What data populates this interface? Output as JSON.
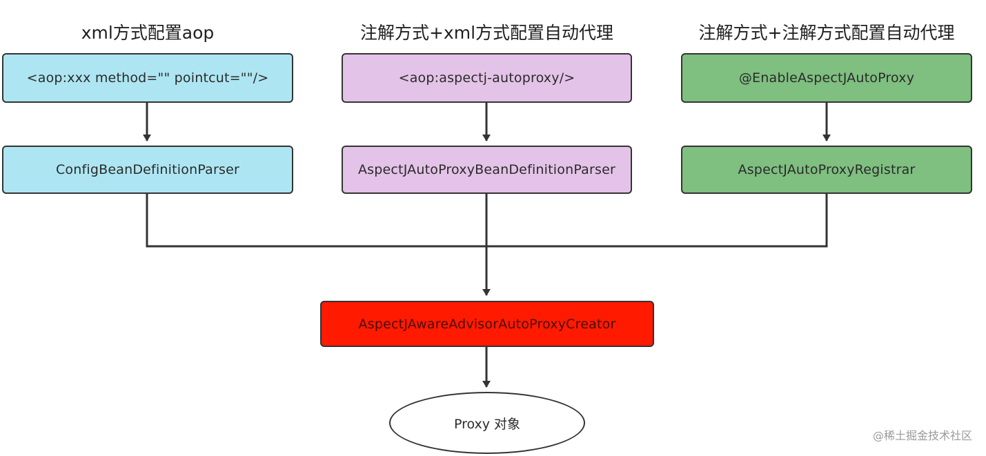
{
  "columns": [
    {
      "heading": "xml方式配置aop",
      "source": "<aop:xxx method=\"\" pointcut=\"\"/>",
      "parser": "ConfigBeanDefinitionParser"
    },
    {
      "heading": "注解方式+xml方式配置自动代理",
      "source": "<aop:aspectj-autoproxy/>",
      "parser": "AspectJAutoProxyBeanDefinitionParser"
    },
    {
      "heading": "注解方式+注解方式配置自动代理",
      "source": "@EnableAspectJAutoProxy",
      "parser": "AspectJAutoProxyRegistrar"
    }
  ],
  "creator": "AspectJAwareAdvisorAutoProxyCreator",
  "result": "Proxy 对象",
  "watermark": "@稀土掘金技术社区",
  "colors": {
    "blue": "#ade6f2",
    "purple": "#e4c3e8",
    "green": "#7fbf80",
    "red": "#ff1a00",
    "line": "#333333"
  }
}
